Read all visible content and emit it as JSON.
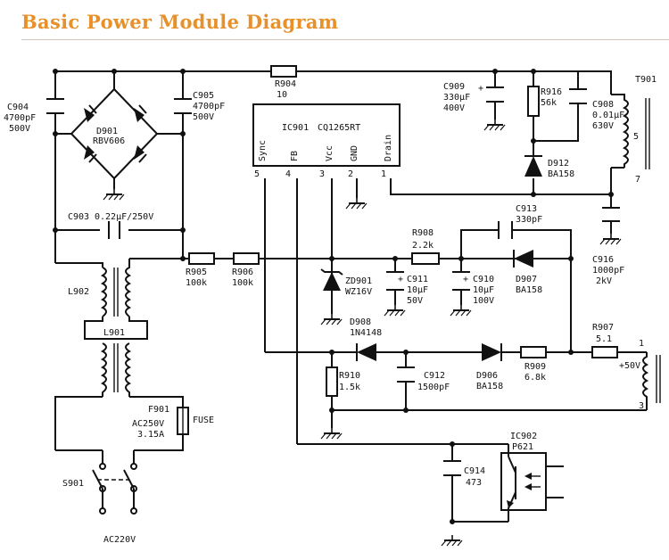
{
  "title": "Basic Power Module Diagram",
  "ic901": {
    "ref": "IC901",
    "part": "CQ1265RT",
    "pins": [
      {
        "num": "5",
        "name": "Sync"
      },
      {
        "num": "4",
        "name": "FB"
      },
      {
        "num": "3",
        "name": "Vcc"
      },
      {
        "num": "2",
        "name": "GND"
      },
      {
        "num": "1",
        "name": "Drain"
      }
    ]
  },
  "components": {
    "c904": {
      "ref": "C904",
      "v1": "4700pF",
      "v2": "500V"
    },
    "c905": {
      "ref": "C905",
      "v1": "4700pF",
      "v2": "500V"
    },
    "d901": {
      "ref": "D901",
      "v1": "RBV606"
    },
    "c903": {
      "ref": "C903",
      "v1": "0.22μF/250V"
    },
    "r904": {
      "ref": "R904",
      "v1": "10"
    },
    "c909": {
      "ref": "C909",
      "v1": "330μF",
      "v2": "400V"
    },
    "r916": {
      "ref": "R916",
      "v1": "56k"
    },
    "c908": {
      "ref": "C908",
      "v1": "0.01μF",
      "v2": "630V"
    },
    "d912": {
      "ref": "D912",
      "v1": "BA158"
    },
    "t901": {
      "ref": "T901",
      "p7": "7",
      "p5": "5",
      "p1": "1",
      "p3": "3",
      "sec": "+50V"
    },
    "c913": {
      "ref": "C913",
      "v1": "330pF"
    },
    "r908": {
      "ref": "R908",
      "v1": "2.2k"
    },
    "c916": {
      "ref": "C916",
      "v1": "1000pF",
      "v2": "2kV"
    },
    "l902": {
      "ref": "L902"
    },
    "l901": {
      "ref": "L901"
    },
    "r905": {
      "ref": "R905",
      "v1": "100k"
    },
    "r906": {
      "ref": "R906",
      "v1": "100k"
    },
    "zd901": {
      "ref": "ZD901",
      "v1": "WZ16V"
    },
    "c911": {
      "ref": "C911",
      "v1": "10μF",
      "v2": "50V"
    },
    "c910": {
      "ref": "C910",
      "v1": "10μF",
      "v2": "100V"
    },
    "d907": {
      "ref": "D907",
      "v1": "BA158"
    },
    "d908": {
      "ref": "D908",
      "v1": "1N4148"
    },
    "r907": {
      "ref": "R907",
      "v1": "5.1"
    },
    "r910": {
      "ref": "R910",
      "v1": "1.5k"
    },
    "c912": {
      "ref": "C912",
      "v1": "1500pF"
    },
    "d906": {
      "ref": "D906",
      "v1": "BA158"
    },
    "r909": {
      "ref": "R909",
      "v1": "6.8k"
    },
    "f901": {
      "ref": "F901",
      "v1": "AC250V",
      "v2": "3.15A",
      "tag": "FUSE"
    },
    "s901": {
      "ref": "S901"
    },
    "c914": {
      "ref": "C914",
      "v1": "473"
    },
    "ic902": {
      "ref": "IC902",
      "v1": "P621"
    },
    "ac": {
      "label": "AC220V"
    }
  }
}
